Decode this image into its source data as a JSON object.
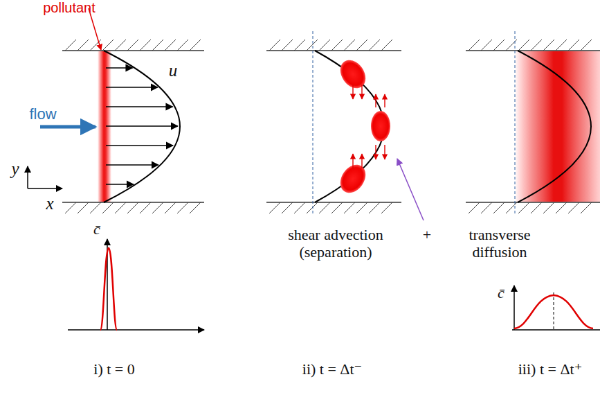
{
  "diagram": {
    "labels": [
      "pollutant",
      "flow",
      "u",
      "y",
      "x",
      "c̄",
      "shear advection (separation)",
      "+",
      "transverse diffusion",
      "c̄",
      "i) t = 0",
      "ii) t = Δt⁻",
      "iii) t = Δt⁺"
    ]
  }
}
